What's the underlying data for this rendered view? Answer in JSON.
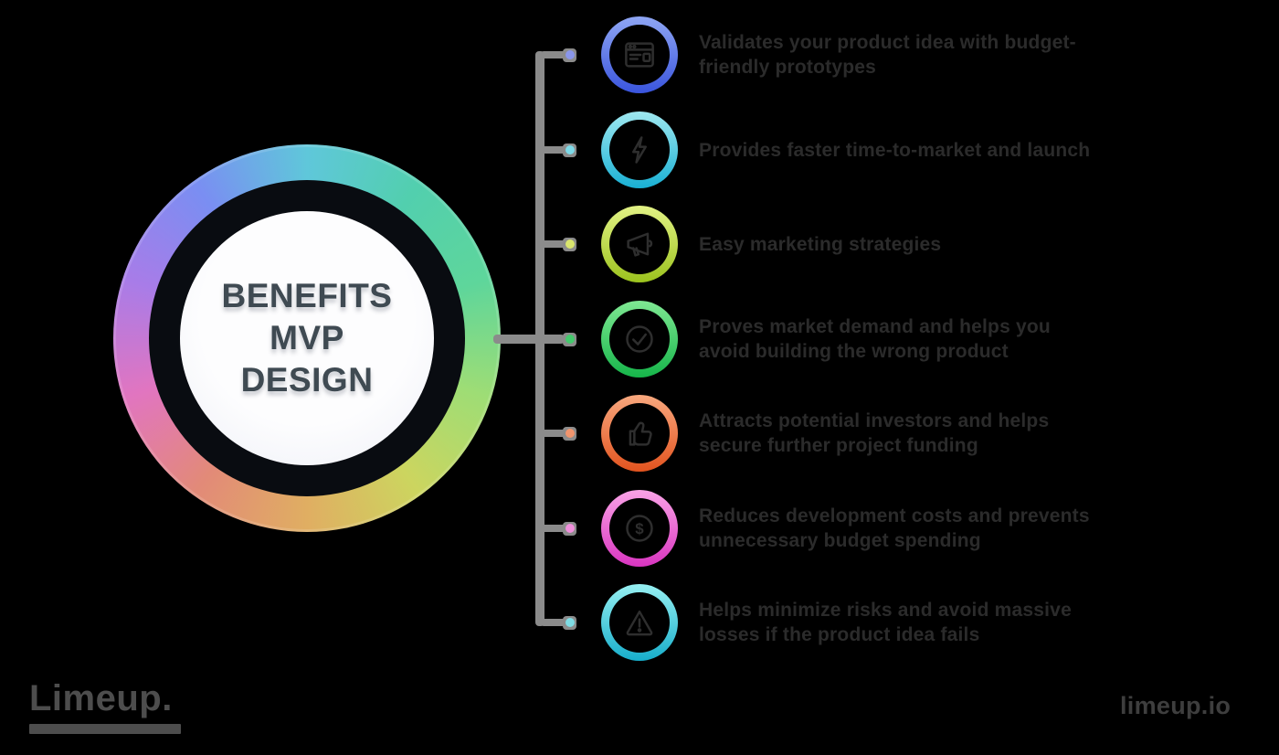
{
  "title": {
    "line1": "BENEFITS MVP",
    "line2": "DESIGN"
  },
  "items": [
    {
      "line1": "Validates your product idea with budget-",
      "line2": "friendly prototypes",
      "icon": "wireframe-icon",
      "ring_from": "#8fa6f4",
      "ring_to": "#3a55dd",
      "dot": "#8a96ea"
    },
    {
      "line1": "Provides faster time-to-market and launch",
      "line2": "",
      "icon": "lightning-bolt-icon",
      "ring_from": "#9fe8f0",
      "ring_to": "#19b0d4",
      "dot": "#7edae8"
    },
    {
      "line1": "Easy marketing strategies",
      "line2": "",
      "icon": "megaphone-icon",
      "ring_from": "#e2f285",
      "ring_to": "#9cc31e",
      "dot": "#d9e56e"
    },
    {
      "line1": "Proves market demand and helps you",
      "line2": "avoid building the wrong product",
      "icon": "check-circle-icon",
      "ring_from": "#7fe893",
      "ring_to": "#16b54a",
      "dot": "#44c96c"
    },
    {
      "line1": "Attracts potential investors and helps",
      "line2": "secure further project funding",
      "icon": "thumbs-up-icon",
      "ring_from": "#f8a87e",
      "ring_to": "#e2541f",
      "dot": "#f0956e"
    },
    {
      "line1": "Reduces development costs and prevents",
      "line2": "unnecessary budget spending",
      "icon": "dollar-circle-icon",
      "ring_from": "#f9a3e6",
      "ring_to": "#d935c0",
      "dot": "#f090dc"
    },
    {
      "line1": "Helps minimize risks and avoid massive",
      "line2": "losses if the product idea fails",
      "icon": "warning-triangle-icon",
      "ring_from": "#97f0f2",
      "ring_to": "#17aecb",
      "dot": "#7fdce4"
    }
  ],
  "footer": {
    "logo": "Limeup.",
    "website": "limeup.io"
  },
  "colors": {
    "background": "#000000",
    "connector": "#8b8b8b",
    "text": "#2b2b2b",
    "title": "#3f4a52",
    "hub_gradient": [
      "#5fc7da",
      "#52cfae",
      "#5ed69b",
      "#9edd75",
      "#ccd55f",
      "#e0ae62",
      "#e28a78",
      "#e175c0",
      "#a87ce8",
      "#7a8ef2"
    ]
  }
}
